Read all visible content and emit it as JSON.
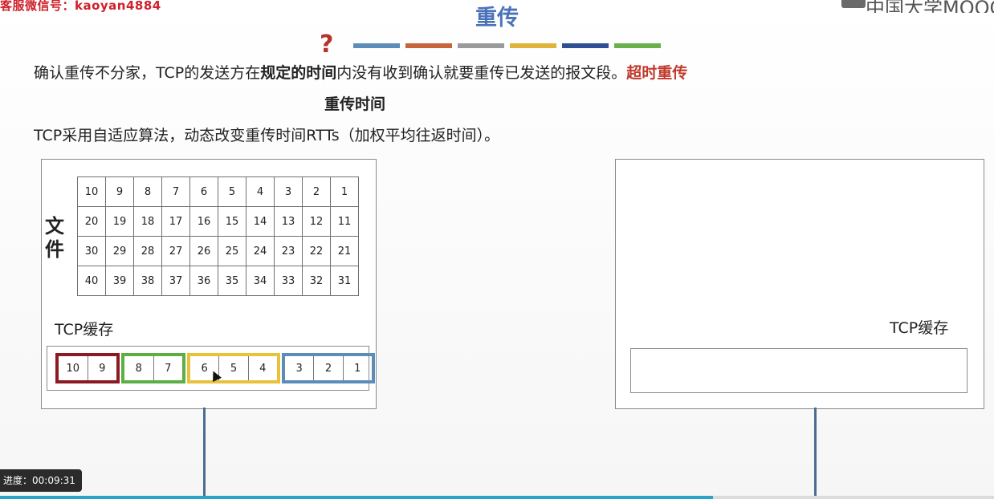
{
  "header": {
    "watermark": "客服微信号：kaoyan4884",
    "logo_text": "中国大学MOOC",
    "title": "重传",
    "question_mark": "?",
    "color_bars": [
      "#5b8db8",
      "#c8643c",
      "#9a9a9a",
      "#e0b43a",
      "#2f4f94",
      "#6ab04c"
    ]
  },
  "text": {
    "line1_a": "确认重传不分家，TCP的发送方在",
    "line1_b": "规定的时间",
    "line1_c": "内没有收到确认就要重传已发送的报文段。",
    "line1_d": "超时重传",
    "line2": "重传时间",
    "line3": "TCP采用自适应算法，动态改变重传时间RTTs（加权平均往返时间）。"
  },
  "sender": {
    "file_label": "文件",
    "file_grid": [
      [
        "10",
        "9",
        "8",
        "7",
        "6",
        "5",
        "4",
        "3",
        "2",
        "1"
      ],
      [
        "20",
        "19",
        "18",
        "17",
        "16",
        "15",
        "14",
        "13",
        "12",
        "11"
      ],
      [
        "30",
        "29",
        "28",
        "27",
        "26",
        "25",
        "24",
        "23",
        "22",
        "21"
      ],
      [
        "40",
        "39",
        "38",
        "37",
        "36",
        "35",
        "34",
        "33",
        "32",
        "31"
      ]
    ],
    "cache_label": "TCP缓存",
    "segments": [
      {
        "cells": [
          "10",
          "9"
        ],
        "color": "#8b1a24"
      },
      {
        "cells": [
          "8",
          "7"
        ],
        "color": "#5cb043"
      },
      {
        "cells": [
          "6",
          "5",
          "4"
        ],
        "color": "#e8c23a"
      },
      {
        "cells": [
          "3",
          "2",
          "1"
        ],
        "color": "#5b8db8"
      }
    ]
  },
  "receiver": {
    "cache_label": "TCP缓存"
  },
  "player": {
    "timestamp": "进度：00:09:31",
    "progress": 0.717
  }
}
